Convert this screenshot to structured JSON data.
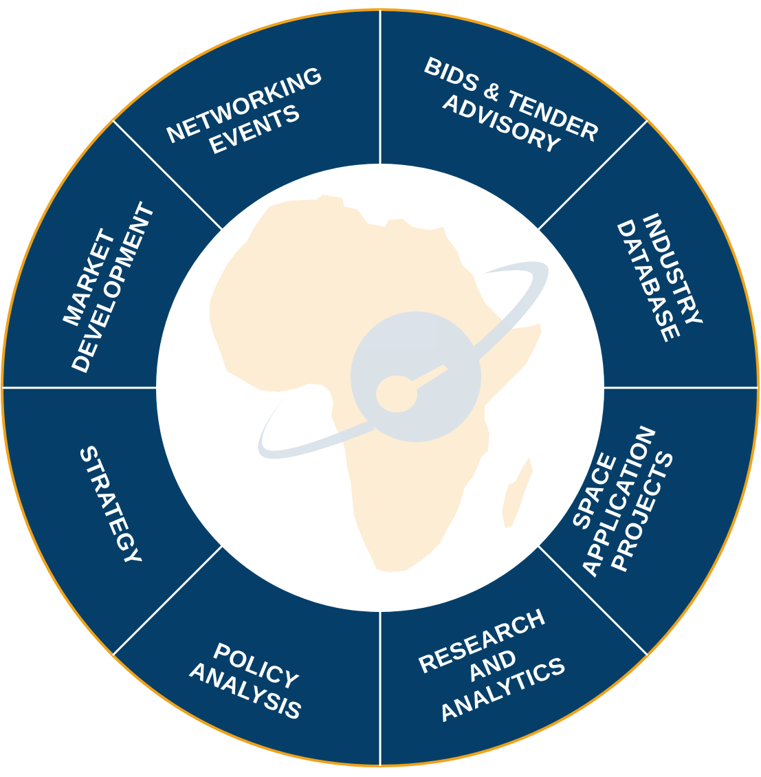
{
  "diagram": {
    "colors": {
      "ring_fill": "#053f69",
      "ring_border": "#f0a21a",
      "divider": "#ffffff",
      "center_fill": "#ffffff",
      "continent": "#fcedd4",
      "orbit_logo": "#d9e2ea"
    },
    "center": {
      "emblem": "africa-orbit-logo"
    },
    "segments": [
      {
        "id": "networking-events",
        "lines": [
          "NETWORKING",
          "EVENTS"
        ]
      },
      {
        "id": "bids-tender-advisory",
        "lines": [
          "BIDS & TENDER",
          "ADVISORY"
        ]
      },
      {
        "id": "industry-database",
        "lines": [
          "INDUSTRY",
          "DATABASE"
        ]
      },
      {
        "id": "space-application-projects",
        "lines": [
          "SPACE",
          "APPLICATION",
          "PROJECTS"
        ]
      },
      {
        "id": "research-and-analytics",
        "lines": [
          "RESEARCH",
          "AND",
          "ANALYTICS"
        ]
      },
      {
        "id": "policy-analysis",
        "lines": [
          "POLICY",
          "ANALYSIS"
        ]
      },
      {
        "id": "strategy",
        "lines": [
          "STRATEGY"
        ]
      },
      {
        "id": "market-development",
        "lines": [
          "MARKET",
          "DEVELOPMENT"
        ]
      }
    ]
  }
}
